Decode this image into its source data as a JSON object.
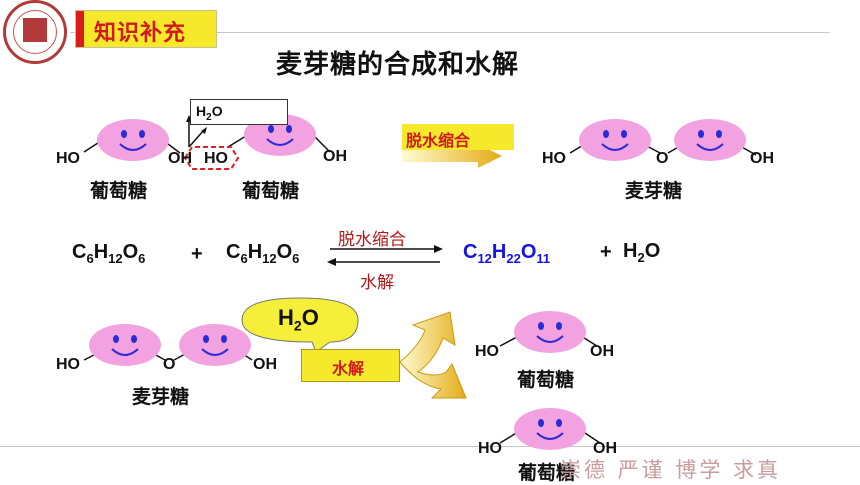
{
  "header": {
    "badge_label": "知识补充",
    "page_title": "麦芽糖的合成和水解"
  },
  "colors": {
    "badge_bg": "#f6e82a",
    "badge_bar": "#d91b1b",
    "accent_red": "#d11a1a",
    "molecule_pink": "#f2a2e0",
    "product_blue": "#1414e6",
    "arrow_gold": "#e8b820"
  },
  "synthesis": {
    "water_box": "H2O",
    "left_molecule": {
      "oh_left": "HO",
      "oh_right": "OH",
      "name": "葡萄糖"
    },
    "right_molecule": {
      "oh_left": "HO",
      "oh_right": "OH",
      "name": "葡萄糖"
    },
    "step_label": "脱水缩合",
    "product": {
      "oh_left": "HO",
      "bridge": "O",
      "oh_right": "OH",
      "name": "麦芽糖"
    }
  },
  "equation": {
    "reactant1": {
      "c": "C",
      "c_sub": "6",
      "h": "H",
      "h_sub": "12",
      "o": "O",
      "o_sub": "6"
    },
    "plus1": "+",
    "reactant2": {
      "c": "C",
      "c_sub": "6",
      "h": "H",
      "h_sub": "12",
      "o": "O",
      "o_sub": "6"
    },
    "forward_label": "脱水缩合",
    "reverse_label": "水解",
    "product": {
      "c": "C",
      "c_sub": "12",
      "h": "H",
      "h_sub": "22",
      "o": "O",
      "o_sub": "11"
    },
    "plus2": "+",
    "water": {
      "h": "H",
      "h_sub": "2",
      "o": "O"
    }
  },
  "hydrolysis": {
    "bubble": {
      "h": "H",
      "h_sub": "2",
      "o": "O"
    },
    "step_label": "水解",
    "reactant": {
      "oh_left": "HO",
      "bridge": "O",
      "oh_right": "OH",
      "name": "麦芽糖"
    },
    "product_top": {
      "oh_left": "HO",
      "oh_right": "OH",
      "name": "葡萄糖"
    },
    "product_bottom": {
      "oh_left": "HO",
      "oh_right": "OH",
      "name": "葡萄糖"
    }
  },
  "footer": {
    "motto": "崇德 严谨 博学 求真"
  }
}
